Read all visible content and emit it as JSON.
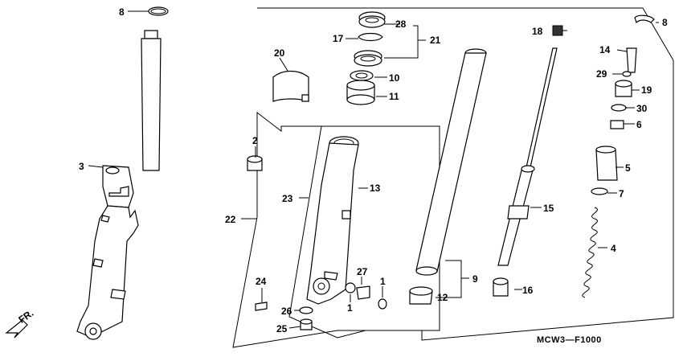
{
  "diagram": {
    "labels": {
      "p1a": "1",
      "p1b": "1",
      "p2": "2",
      "p3": "3",
      "p4": "4",
      "p5": "5",
      "p6": "6",
      "p7": "7",
      "p8a": "8",
      "p8b": "8",
      "p9": "9",
      "p10": "10",
      "p11": "11",
      "p12": "12",
      "p13": "13",
      "p14": "14",
      "p15": "15",
      "p16": "16",
      "p17": "17",
      "p18": "18",
      "p19": "19",
      "p20": "20",
      "p21": "21",
      "p22": "22",
      "p23": "23",
      "p24": "24",
      "p25": "25",
      "p26": "26",
      "p27": "27",
      "p28": "28",
      "p29": "29",
      "p30": "30"
    },
    "direction_label": "FR.",
    "diagram_code": "MCW3—F1000"
  }
}
